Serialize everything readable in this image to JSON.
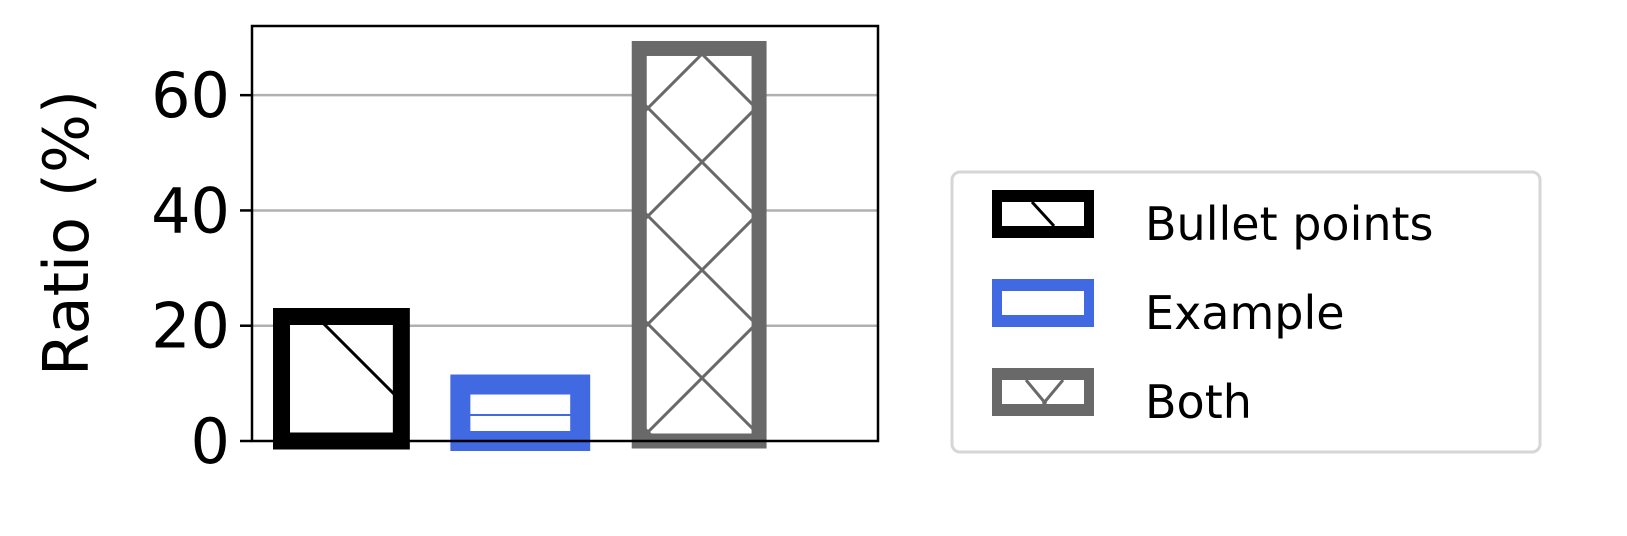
{
  "chart_data": {
    "type": "bar",
    "categories": [
      "Bullet points",
      "Example",
      "Both"
    ],
    "series": [
      {
        "name": "Bullet points",
        "value": 21.6,
        "color": "#000000",
        "hatch": "\\"
      },
      {
        "name": "Example",
        "value": 9.8,
        "color": "#4169E1",
        "hatch": "-"
      },
      {
        "name": "Both",
        "value": 68.1,
        "color": "#696969",
        "hatch": "x"
      }
    ],
    "title": "",
    "xlabel": "",
    "ylabel": "Ratio (%)",
    "ylim": [
      0,
      72
    ],
    "xlim": [
      -0.5,
      3.0
    ],
    "yticks": [
      "0",
      "20",
      "40",
      "60"
    ],
    "grid": "y",
    "legend": {
      "placement": "right",
      "entries": [
        "Bullet points",
        "Example",
        "Both"
      ]
    }
  }
}
